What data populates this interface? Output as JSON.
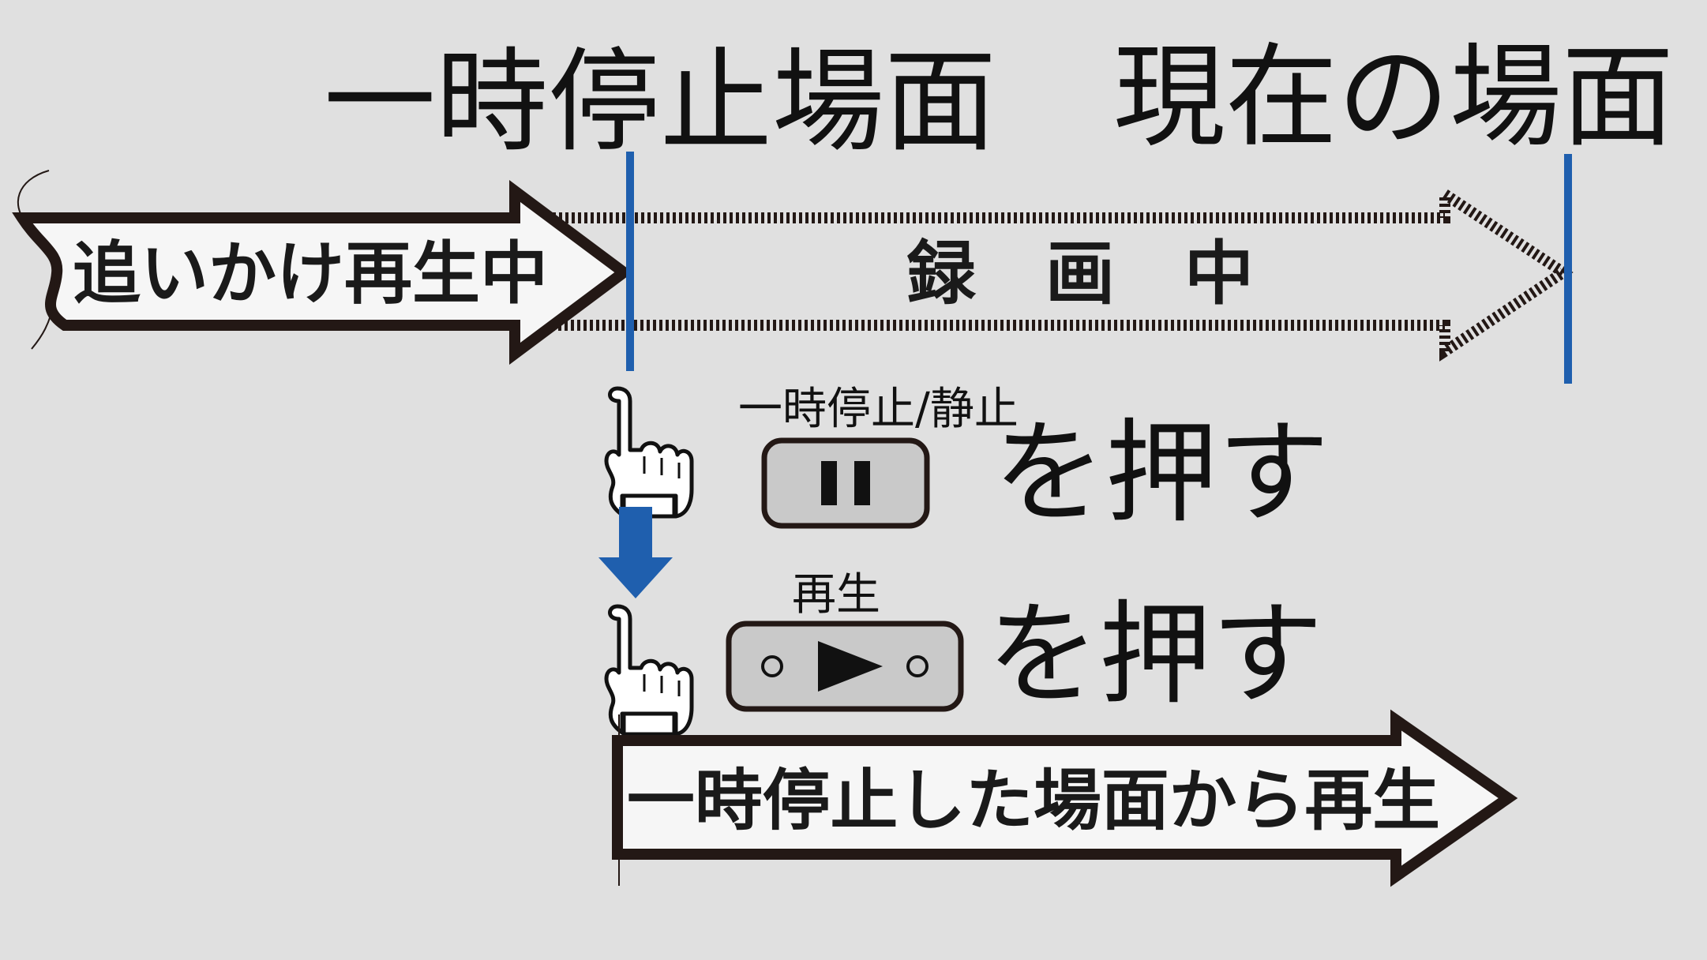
{
  "labels": {
    "paused_scene": "一時停止場面",
    "current_scene": "現在の場面"
  },
  "arrows": {
    "chase_play": "追いかけ再生中",
    "recording": "録　画　中",
    "resume_from_pause": "一時停止した場面から再生"
  },
  "steps": [
    {
      "button_caption": "一時停止/静止",
      "action": "を押す",
      "button_icon": "pause-icon"
    },
    {
      "button_caption": "再生",
      "action": "を押す",
      "button_icon": "play-icon"
    }
  ],
  "colors": {
    "background": "#e0e0e0",
    "marker_blue": "#1f5fae",
    "arrow_fill": "#f6f6f6",
    "arrow_stroke": "#231815",
    "button_fill": "#c9c9c9"
  }
}
